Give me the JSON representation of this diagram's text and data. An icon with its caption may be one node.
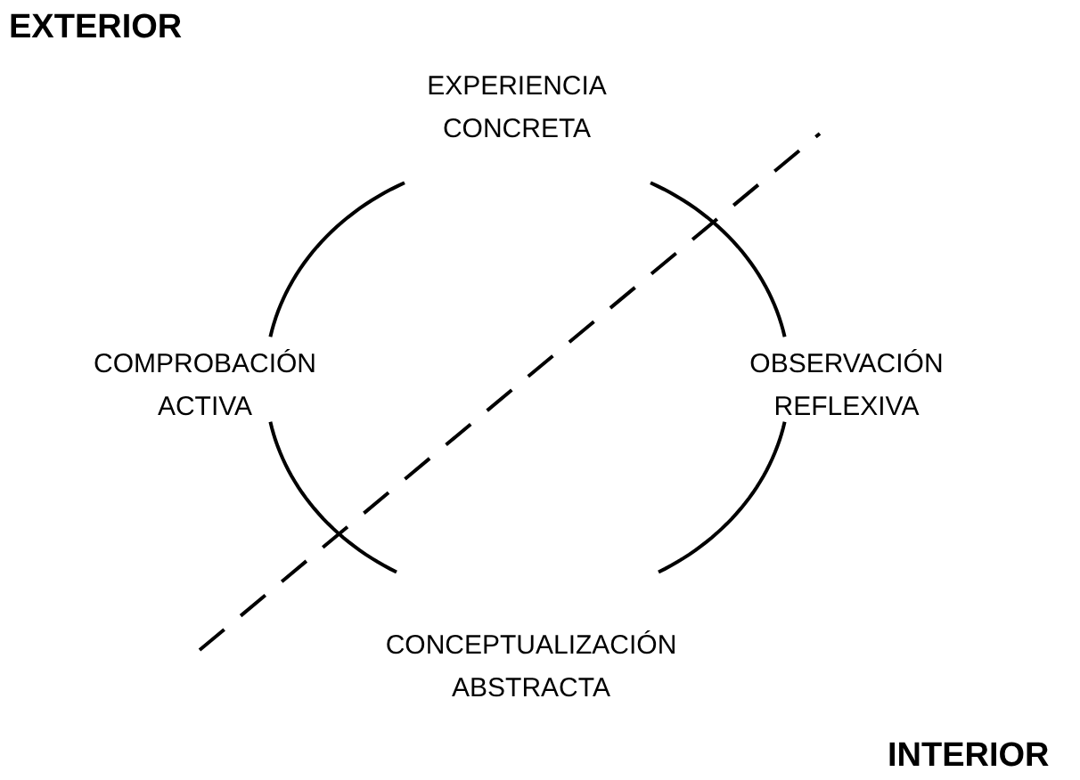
{
  "diagram": {
    "nodes": [
      {
        "text": [
          "EXPERIENCIA CONCRETA"
        ]
      },
      {
        "text": [
          "COMPROBACIÓN ACTIVA"
        ]
      },
      {
        "text": [
          "OBSERVACIÓN REFLEXIVA"
        ]
      },
      {
        "text": [
          "CONCEPTUALIZACIÓN ABSTRACTA"
        ]
      }
    ],
    "edges": [
      {
        "from": 0,
        "to": 2,
        "arrow": "none"
      },
      {
        "from": 2,
        "to": 3,
        "arrow": "none"
      },
      {
        "from": 3,
        "to": 1,
        "arrow": "none"
      },
      {
        "from": 1,
        "to": 0,
        "arrow": "none"
      }
    ],
    "labels": [
      "EXTERIOR",
      "INTERIOR"
    ]
  }
}
